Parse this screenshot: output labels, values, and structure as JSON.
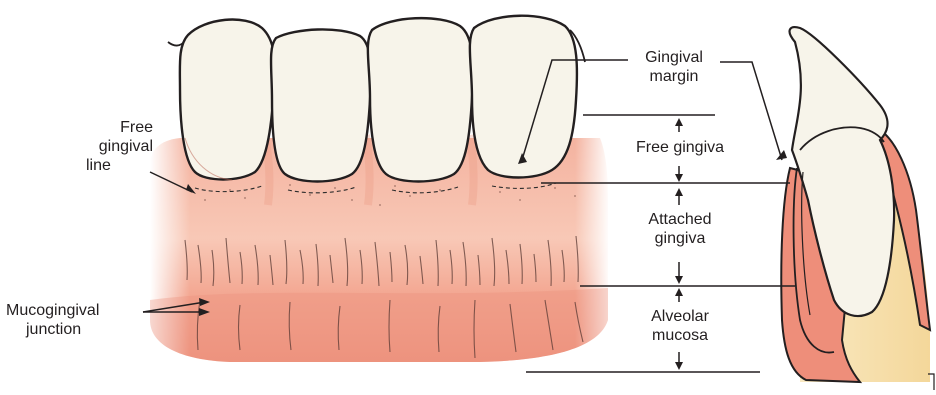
{
  "labels": {
    "free_gingival_line": [
      "Free",
      "gingival",
      "line"
    ],
    "mucogingival_junction": [
      "Mucogingival",
      "junction"
    ],
    "gingival_margin": [
      "Gingival",
      "margin"
    ],
    "free_gingiva": "Free gingiva",
    "attached_gingiva": [
      "Attached",
      "gingiva"
    ],
    "alveolar_mucosa": [
      "Alveolar",
      "mucosa"
    ]
  },
  "colors": {
    "tooth": "#f7f4ea",
    "gingiva": "#f2a590",
    "gingiva_light": "#f6c2b0",
    "mucosa": "#ee8b78",
    "bone": "#f7e3b5",
    "outline": "#231f20"
  }
}
